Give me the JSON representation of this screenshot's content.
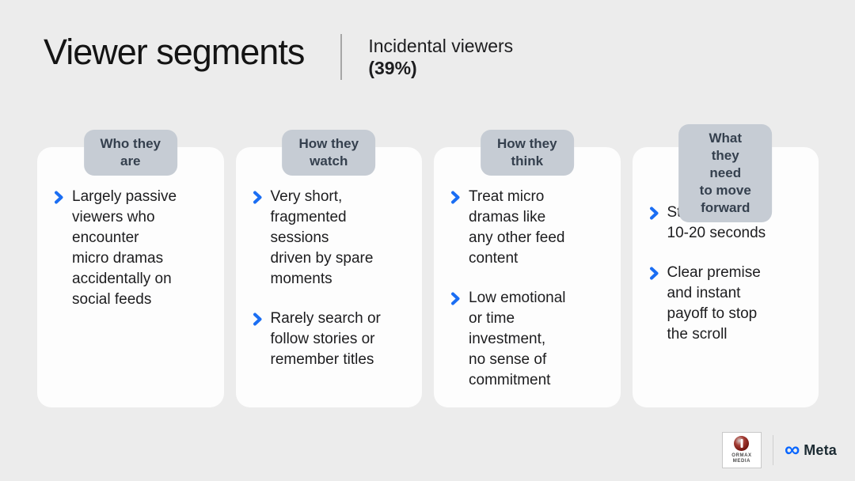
{
  "header": {
    "title": "Viewer segments",
    "segment_name": "Incidental viewers",
    "segment_share": "(39%)"
  },
  "columns": [
    {
      "badge": "Who they are",
      "bullets": [
        "Largely passive\nviewers who\nencounter\nmicro dramas\naccidentally on\nsocial feeds"
      ]
    },
    {
      "badge": "How they watch",
      "bullets": [
        "Very short,\nfragmented\nsessions\ndriven by spare\nmoments",
        "Rarely search or\nfollow stories or\nremember titles"
      ]
    },
    {
      "badge": "How they think",
      "bullets": [
        "Treat micro\ndramas like\nany other feed\ncontent",
        "Low emotional\nor time\ninvestment,\nno sense of\ncommitment"
      ]
    },
    {
      "badge": "What they need\nto move forward",
      "bullets": [
        "Strong first\n10-20 seconds",
        "Clear premise\nand instant\npayoff to stop\nthe scroll"
      ]
    }
  ],
  "footer": {
    "ormax_line1": "ORMAX",
    "ormax_line2": "MEDIA",
    "meta_text": "Meta",
    "meta_infinity_glyph": "∞"
  },
  "icons": {
    "bullet_icon": "chevron-right"
  },
  "colors": {
    "background": "#ececec",
    "card": "#fdfdfd",
    "badge_bg": "#c6ccd4",
    "badge_text": "#35404e",
    "body_text": "#1d1d1f",
    "accent_chevron": "#1b6ef3",
    "meta_blue": "#0866ff"
  }
}
